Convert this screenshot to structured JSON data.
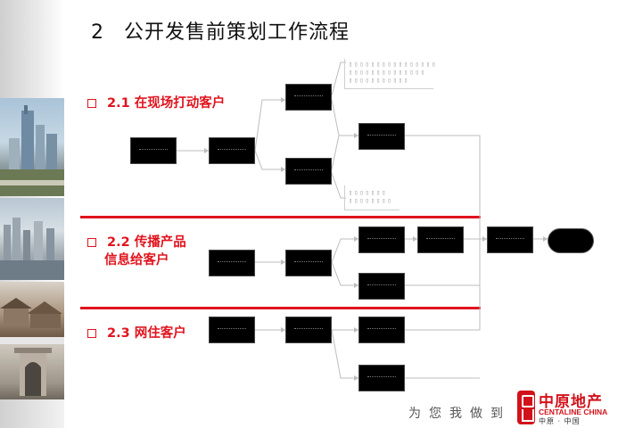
{
  "title": {
    "number": "2",
    "text": "公开发售前策划工作流程"
  },
  "sections": [
    {
      "bullet": "square",
      "line1": "2.1 在现场打动客户",
      "line2": ""
    },
    {
      "bullet": "square",
      "line1": "2.2 传播产品",
      "line2": "信息给客户"
    },
    {
      "bullet": "square",
      "line1": "2.3 网住客户",
      "line2": ""
    }
  ],
  "footer": {
    "slogan": "为您我做到"
  },
  "logo": {
    "name_cn": "中原地产",
    "name_en": "CENTALINE CHINA",
    "sub": "中原 · 中国"
  },
  "colors": {
    "accent": "#e0141e",
    "box": "#000000",
    "connector": "#bdbdbd"
  }
}
